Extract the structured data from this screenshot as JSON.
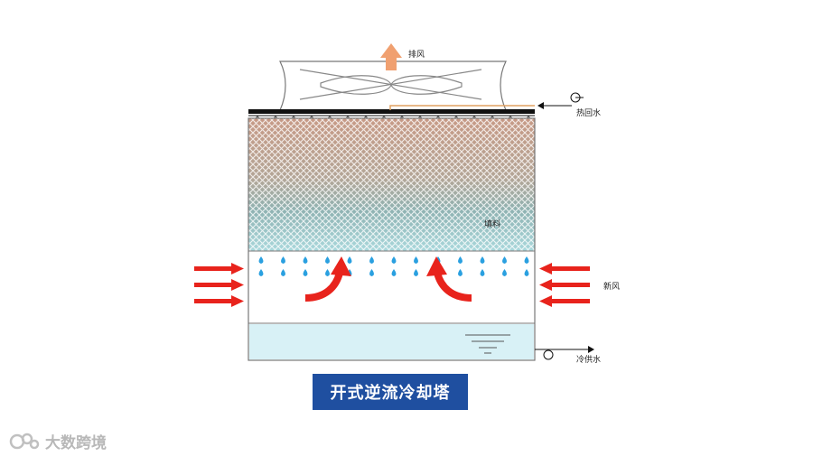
{
  "labels": {
    "exhaust": "排风",
    "hot_return_water": "热回水",
    "fill": "填料",
    "fresh_air": "新风",
    "cold_supply_water": "冷供水"
  },
  "caption": "开式逆流冷却塔",
  "watermark": "大数跨境",
  "colors": {
    "caption_bg": "#1f4fa0",
    "air_arrow": "#e8231c",
    "exhaust_arrow": "#f0a070",
    "water_drop": "#2aa0e0",
    "basin_water": "#d8f1f6",
    "hot_pipe": "#e0a060"
  }
}
